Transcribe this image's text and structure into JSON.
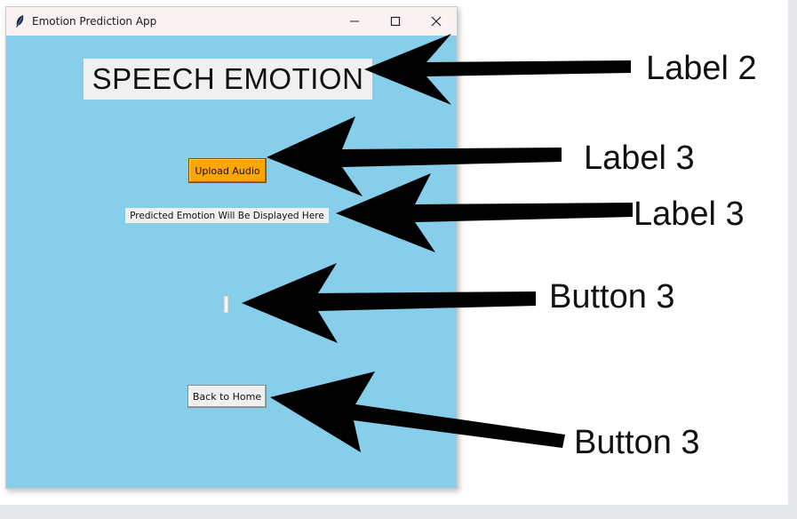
{
  "window": {
    "title": "Emotion Prediction App",
    "icon": "feather-icon",
    "controls": [
      "minimize-icon",
      "maximize-icon",
      "close-icon"
    ]
  },
  "app": {
    "heading": "SPEECH EMOTION",
    "upload_button": "Upload Audio",
    "prediction_label": "Predicted Emotion Will Be Displayed Here",
    "back_button": "Back to Home"
  },
  "annotations": [
    {
      "label": "Label 2"
    },
    {
      "label": "Label 3"
    },
    {
      "label": "Label 3"
    },
    {
      "label": "Button 3"
    },
    {
      "label": "Button 3"
    }
  ],
  "colors": {
    "window_background": "#87ceeb",
    "upload_button": "#ffa500",
    "label_background": "#f0f0f0",
    "arrow": "#000000"
  }
}
